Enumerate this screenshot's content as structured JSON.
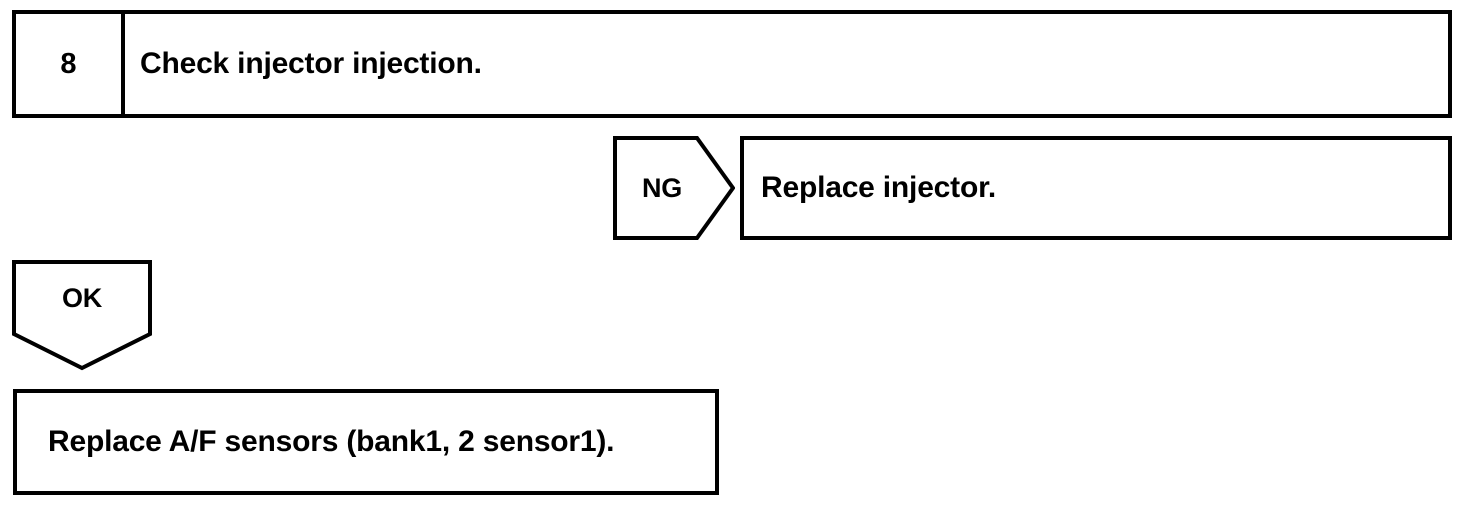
{
  "diagram": {
    "type": "troubleshooting-flowchart",
    "step": {
      "number": "8",
      "instruction": "Check injector injection."
    },
    "branches": [
      {
        "id": "ng",
        "label": "NG",
        "arrow_direction": "right",
        "result": "Replace injector."
      },
      {
        "id": "ok",
        "label": "OK",
        "arrow_direction": "down",
        "result": "Replace A/F sensors (bank1, 2 sensor1)."
      }
    ],
    "colors": {
      "stroke": "#000000",
      "background": "#ffffff",
      "text": "#000000"
    }
  }
}
